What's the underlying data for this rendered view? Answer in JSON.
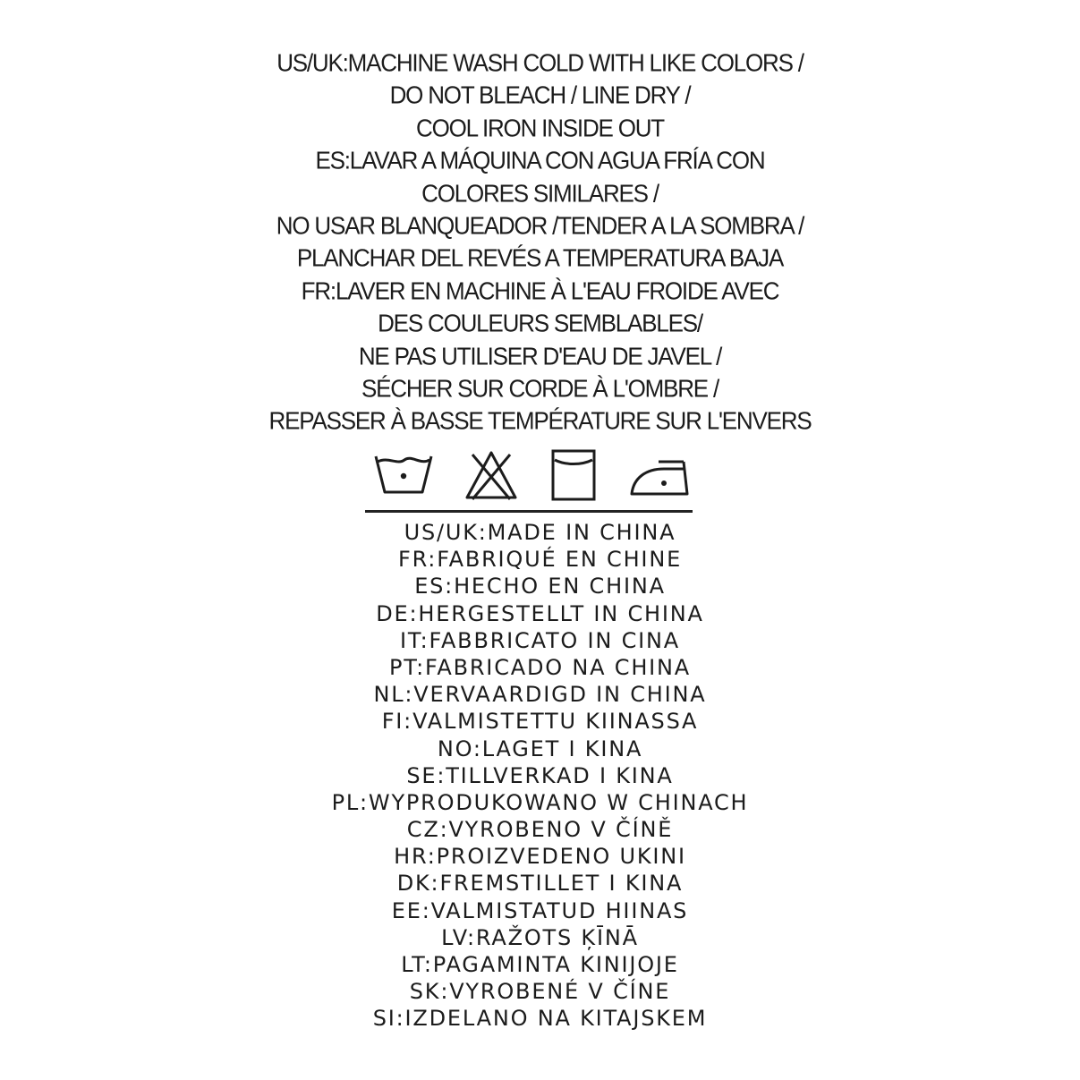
{
  "care_instructions": [
    "US/UK:MACHINE WASH COLD WITH LIKE COLORS /",
    "DO NOT BLEACH / LINE DRY /",
    "COOL IRON INSIDE OUT",
    "ES:LAVAR A MÁQUINA CON AGUA FRÍA CON",
    "COLORES SIMILARES /",
    "NO USAR BLANQUEADOR /TENDER A LA SOMBRA /",
    "PLANCHAR DEL REVÉS A TEMPERATURA BAJA",
    "FR:LAVER EN MACHINE À L'EAU FROIDE AVEC",
    "DES COULEURS SEMBLABLES/",
    "NE PAS UTILISER D'EAU DE JAVEL /",
    "SÉCHER SUR CORDE À L'OMBRE /",
    "REPASSER À BASSE TEMPÉRATURE SUR L'ENVERS"
  ],
  "care_symbols": [
    "wash-cold-icon",
    "do-not-bleach-icon",
    "line-dry-icon",
    "iron-low-icon"
  ],
  "origin_lines": [
    "US/UK:MADE IN CHINA",
    "FR:FABRIQUÉ EN CHINE",
    "ES:HECHO EN CHINA",
    "DE:HERGESTELLT IN CHINA",
    "IT:FABBRICATO IN CINA",
    "PT:FABRICADO NA CHINA",
    "NL:VERVAARDIGD IN CHINA",
    "FI:VALMISTETTU KIINASSA",
    "NO:LAGET I KINA",
    "SE:TILLVERKAD I KINA",
    "PL:WYPRODUKOWANO W CHINACH",
    "CZ:VYROBENO V ČÍNĚ",
    "HR:PROIZVEDENO UKINI",
    "DK:FREMSTILLET I KINA",
    "EE:VALMISTATUD HIINAS",
    "LV:RAŽOTS ĶĪNĀ",
    "LT:PAGAMINTA KINIJOJE",
    "SK:VYROBENÉ V ČÍNE",
    "SI:IZDELANO NA KITAJSKEM"
  ],
  "colors": {
    "ink": "#1c1c1c",
    "background": "#ffffff"
  }
}
